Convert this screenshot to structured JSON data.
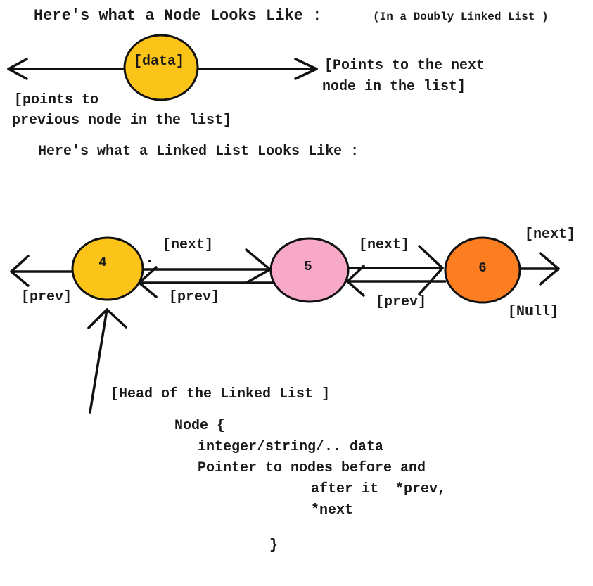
{
  "title": {
    "node_heading": "Here's what a Node Looks Like :",
    "node_heading_note": "(In a Doubly Linked List )",
    "list_heading": "Here's what a Linked List Looks Like :"
  },
  "node_example": {
    "label": "[data]",
    "next_text_line1": "[Points to the next",
    "next_text_line2": "node in the list]",
    "prev_text_line1": "[points to",
    "prev_text_line2": "previous node in the list]",
    "color": "#fcc419"
  },
  "linked_list": {
    "nodes": [
      {
        "value": "4",
        "color": "#fcc419"
      },
      {
        "value": "5",
        "color": "#f8a9c8"
      },
      {
        "value": "6",
        "color": "#fd7e21"
      }
    ],
    "labels": {
      "next_1": "[next]",
      "next_2": "[next]",
      "next_3": "[next]",
      "prev_1": "[prev]",
      "prev_2": "[prev]",
      "prev_3": "[prev]",
      "null": "[Null]",
      "head": "[Head of the Linked List ]"
    }
  },
  "code": {
    "line1": "Node {",
    "line2": "integer/string/.. data",
    "line3": "Pointer to nodes before and",
    "line4": "after it  *prev,",
    "line5": "*next",
    "line6": "}"
  }
}
